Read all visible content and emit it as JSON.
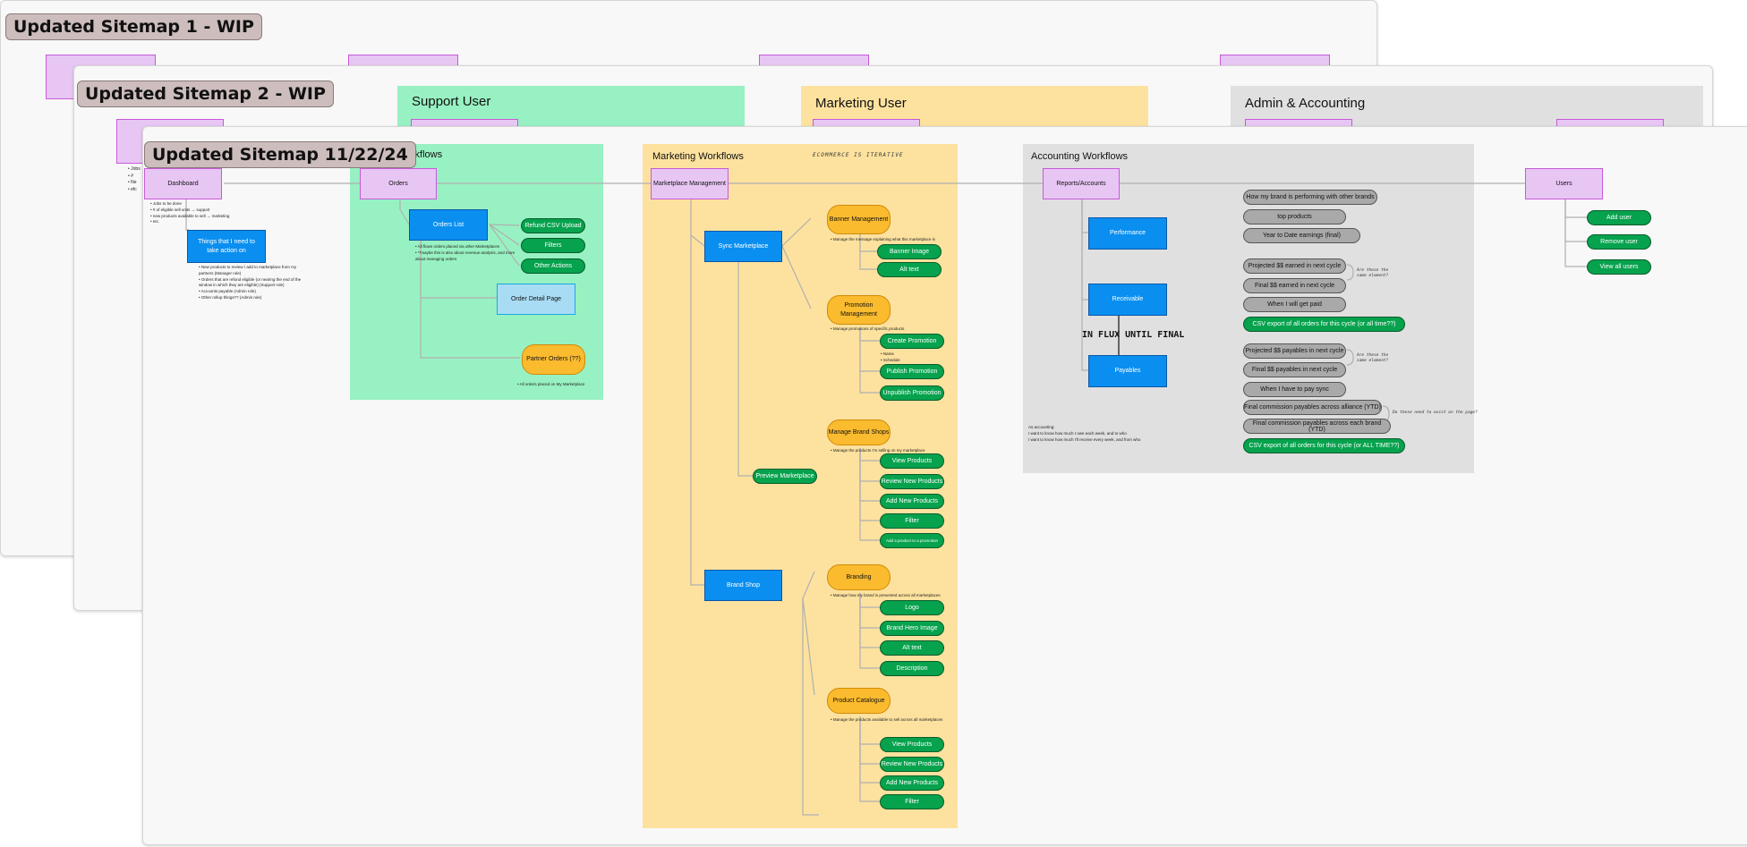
{
  "frames": {
    "f1_title": "Updated Sitemap 1 - WIP",
    "f2_title": "Updated Sitemap 2 - WIP",
    "f3_title": "Updated Sitemap 11/22/24"
  },
  "frame2_sections": {
    "support": "Support User",
    "marketing": "Marketing User",
    "admin": "Admin & Accounting"
  },
  "frame2_notes": [
    "• Jobs",
    "• #",
    "• Ne",
    "• efc"
  ],
  "sections": {
    "support": "Support Workflows",
    "marketing": "Marketing Workflows",
    "accounting": "Accounting Workflows",
    "marketing_annotation": "ECOMMERCE IS ITERATIVE"
  },
  "colors": {
    "support_bg": "#98f1c2",
    "marketing_bg": "#fde29f",
    "accounting_bg": "#e0e0e0",
    "frame2_support_bg": "#98f1c2",
    "frame2_marketing_bg": "#fde29f",
    "frame2_admin_bg": "#e0e0e0",
    "title_bg": "#cdbdbd",
    "purple_node": "#e8c6f4",
    "blue_node": "#0a8ff0",
    "orange_node": "#fbbb2e",
    "green_pill": "#06a24d",
    "gray_pill": "#a9a9a9"
  },
  "top_nodes": {
    "dashboard": "Dashboard",
    "orders": "Orders",
    "marketplace": "Marketplace Management",
    "reports": "Reports/Accounts",
    "users": "Users"
  },
  "dashboard_notes": [
    "• Jobs to be done",
    "   • # of eligible sell units → support",
    "   • new products available to sell → marketing",
    "   • etc."
  ],
  "dashboard_child": "Things that I need to take action on",
  "dashboard_child_notes": [
    "• New products to review / add to marketplace from my",
    "  partners (Manager role)",
    "• Orders that are refund eligible (or nearing the end of the",
    "  window in which they are eligible) (Support role)",
    "• Accounts payable (Admin role)",
    "• Other rollup things?? (Admin role)"
  ],
  "orders": {
    "orders_list": "Orders List",
    "refund": "Refund CSV Upload",
    "filters": "Filters",
    "other_actions": "Other Actions",
    "detail": "Order Detail Page",
    "partner_orders": "Partner Orders (??)",
    "list_notes": [
      "• All flows orders placed via other Marketplaces",
      "   • **maybe this is also about revenue analysis, and more",
      "     about managing orders"
    ],
    "partner_note": "• All orders placed on My Marketplace"
  },
  "marketing": {
    "sync": "Sync Marketplace",
    "preview": "Preview Marketplace",
    "brand_shop": "Brand Shop",
    "banner": "Banner Management",
    "banner_note": "• Manage the message explaining what this marketplace is",
    "banner_children": [
      "Banner Image",
      "Alt text"
    ],
    "promotion": "Promotion Management",
    "promotion_note": "• Manage promotions of specific products",
    "promotion_children": [
      "Create Promotion",
      "Publish Promotion",
      "Unpublish Promotion"
    ],
    "promotion_sub_notes": [
      "• Name",
      "• Schedule"
    ],
    "brand_shops": "Manage Brand Shops",
    "brand_shops_note": "• Manage the products I'm selling on my marketplace",
    "brand_shops_children": [
      "View Products",
      "Review New Products",
      "Add New Products",
      "Filter",
      "Add a product to a promotion"
    ],
    "branding": "Branding",
    "branding_note": "• Manage how my brand is presented across all marketplaces",
    "branding_children": [
      "Logo",
      "Brand Hero Image",
      "Alt text",
      "Description"
    ],
    "catalogue": "Product Catalogue",
    "catalogue_note": "• Manage the products available to sell across all marketplaces",
    "catalogue_children": [
      "View Products",
      "Review New Products",
      "Add New Products",
      "Filter"
    ]
  },
  "accounting": {
    "performance": "Performance",
    "receivable": "Receivable",
    "payables": "Payables",
    "flux": "IN FLUX UNTIL FINAL",
    "notes": [
      "As accounting:",
      "I want to know how much I owe each week, and to who",
      "I want to know how much I'll receive every week, and from who"
    ],
    "pills": [
      "How my brand is performing with other brands",
      "top products",
      "Year to Date earnings (final)",
      "Projected $$ earned in next cycle",
      "Final $$ earned in next cycle",
      "When I will get paid",
      "CSV export of all orders for this cycle (or all time??)",
      "Projected $$ payables in next cycle",
      "Final $$ payables in next cycle",
      "When I have to pay sync",
      "Final commission payables across alliance (YTD)",
      "Final commission payables across each brand (YTD)",
      "CSV export of all orders for this cycle (or ALL TIME??)"
    ],
    "hand_notes": [
      "Are these the",
      "same element?",
      "Are these the",
      "same element?",
      "Do these need to exist on the page?"
    ]
  },
  "users": {
    "children": [
      "Add user",
      "Remove user",
      "View all users"
    ]
  }
}
